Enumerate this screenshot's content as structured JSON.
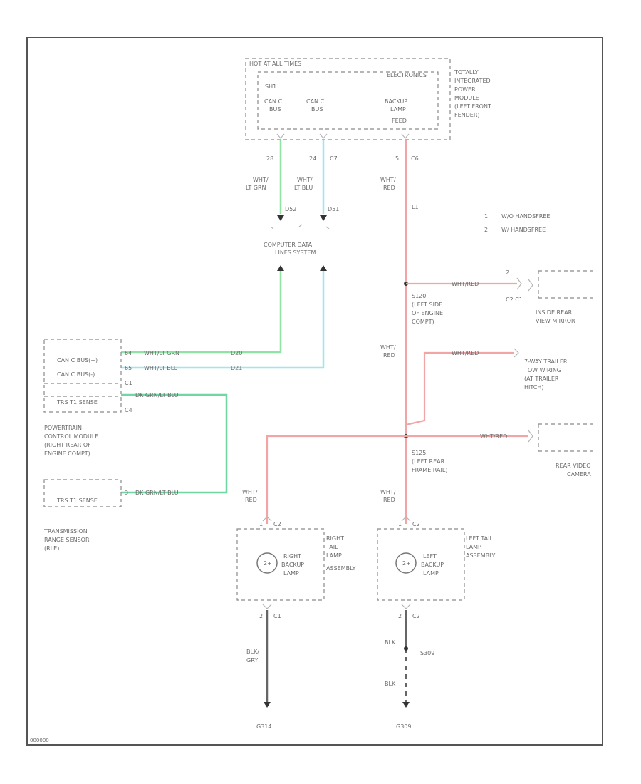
{
  "modules": {
    "tipm": {
      "hot": "HOT AT ALL TIMES",
      "electronics": "ELECTRONICS",
      "ckt": "SH1",
      "canc1": "CAN C",
      "canc1b": "BUS",
      "canc2": "CAN C",
      "canc2b": "BUS",
      "backup1": "BACKUP",
      "backup2": "LAMP",
      "backup3": "FEED",
      "label": [
        "TOTALLY",
        "INTEGRATED",
        "POWER",
        "MODULE",
        "(LEFT FRONT",
        "FENDER)"
      ],
      "pin_a": "28",
      "pin_b": "24",
      "pin_b_conn": "C7",
      "pin_c": "5",
      "pin_c_conn": "C6"
    },
    "pcm": {
      "row1": "CAN C BUS(+)",
      "row2": "CAN C BUS(-)",
      "row3": "TRS T1 SENSE",
      "pin1": "64",
      "pin2": "65",
      "conn": "C1",
      "pin3_conn": "C4",
      "label": [
        "POWERTRAIN",
        "CONTROL MODULE",
        "(RIGHT REAR OF",
        "ENGINE COMPT)"
      ]
    },
    "trs": {
      "row": "TRS T1 SENSE",
      "pin": "3",
      "label": [
        "TRANSMISSION",
        "RANGE SENSOR",
        "(RLE)"
      ]
    },
    "mirror": {
      "pins": "2",
      "conn": "C2 C1",
      "label": [
        "INSIDE REAR",
        "VIEW MIRROR"
      ]
    },
    "trailer": {
      "label": [
        "7-WAY TRAILER",
        "TOW WIRING",
        "(AT TRAILER",
        "HITCH)"
      ]
    },
    "camera": {
      "label": [
        "REAR VIDEO",
        "CAMERA"
      ]
    },
    "dlc": {
      "label": [
        "COMPUTER DATA",
        "LINES SYSTEM"
      ]
    },
    "right_tail": {
      "lamp": [
        "RIGHT",
        "BACKUP",
        "LAMP"
      ],
      "assy": [
        "RIGHT",
        "TAIL",
        "LAMP",
        "ASSEMBLY"
      ],
      "top_pin": "1",
      "top_conn": "C2",
      "bot_pin": "2",
      "bot_conn": "C1"
    },
    "left_tail": {
      "lamp": [
        "LEFT",
        "BACKUP",
        "LAMP"
      ],
      "assy": [
        "LEFT TAIL",
        "LAMP",
        "ASSEMBLY"
      ],
      "top_pin": "1",
      "top_conn": "C2",
      "bot_pin": "2",
      "bot_conn": "C2"
    }
  },
  "wires": {
    "w1": [
      "WHT/",
      "LT GRN"
    ],
    "w2": [
      "WHT/",
      "LT BLU"
    ],
    "w3": [
      "WHT/",
      "RED"
    ],
    "w3_code": "L1",
    "d1": "D52",
    "d2": "D51",
    "pcm_w1": "WHT/LT GRN",
    "pcm_w1_code": "D20",
    "pcm_w2": "WHT/LT BLU",
    "pcm_w2_code": "D21",
    "trs_w1": "DK GRN/LT BLU",
    "trs_w2": "DK GRN/LT BLU",
    "mirror_w": "WHT/RED",
    "trailer_w": "WHT/RED",
    "camera_w": "WHT/RED",
    "mid": [
      "WHT/",
      "RED"
    ],
    "right_w": [
      "WHT/",
      "RED"
    ],
    "left_w": [
      "WHT/",
      "RED"
    ],
    "right_gnd": [
      "BLK/",
      "GRY"
    ],
    "left_gnd1": "BLK",
    "left_gnd2": "BLK"
  },
  "splices": {
    "s1": [
      "S120",
      "(LEFT SIDE",
      "OF ENGINE",
      "COMPT)"
    ],
    "s2": [
      "S125",
      "(LEFT REAR",
      "FRAME RAIL)"
    ],
    "s3": "S309"
  },
  "grounds": {
    "g1": "G314",
    "g2": "G309"
  },
  "legend": [
    {
      "num": "1",
      "text": "W/O HANDSFREE"
    },
    {
      "num": "2",
      "text": "W/ HANDSFREE"
    }
  ],
  "footer_id": "000000"
}
